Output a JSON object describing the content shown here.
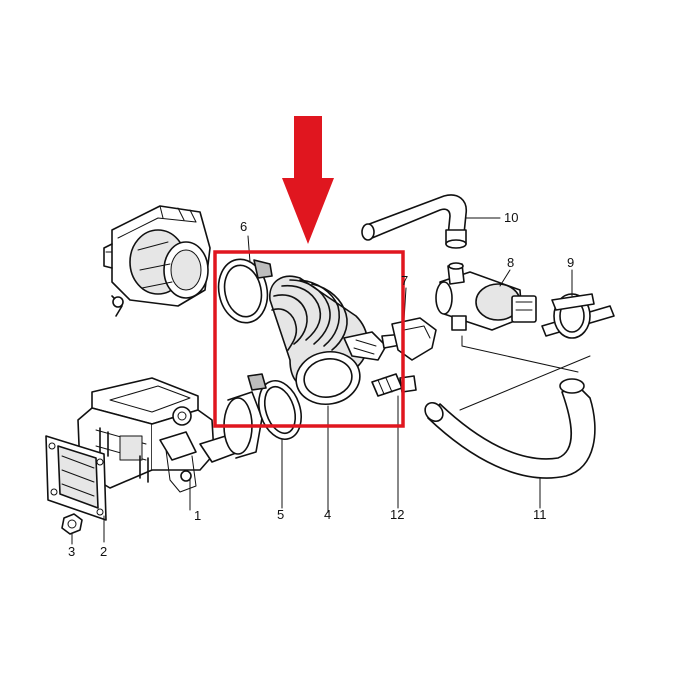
{
  "diagram": {
    "highlight_color": "#e0161f",
    "labels": {
      "p1": "1",
      "p2": "2",
      "p3": "3",
      "p4": "4",
      "p5": "5",
      "p6": "6",
      "p7": "7",
      "p8": "8",
      "p9": "9",
      "p10": "10",
      "p11": "11",
      "p12": "12"
    }
  }
}
